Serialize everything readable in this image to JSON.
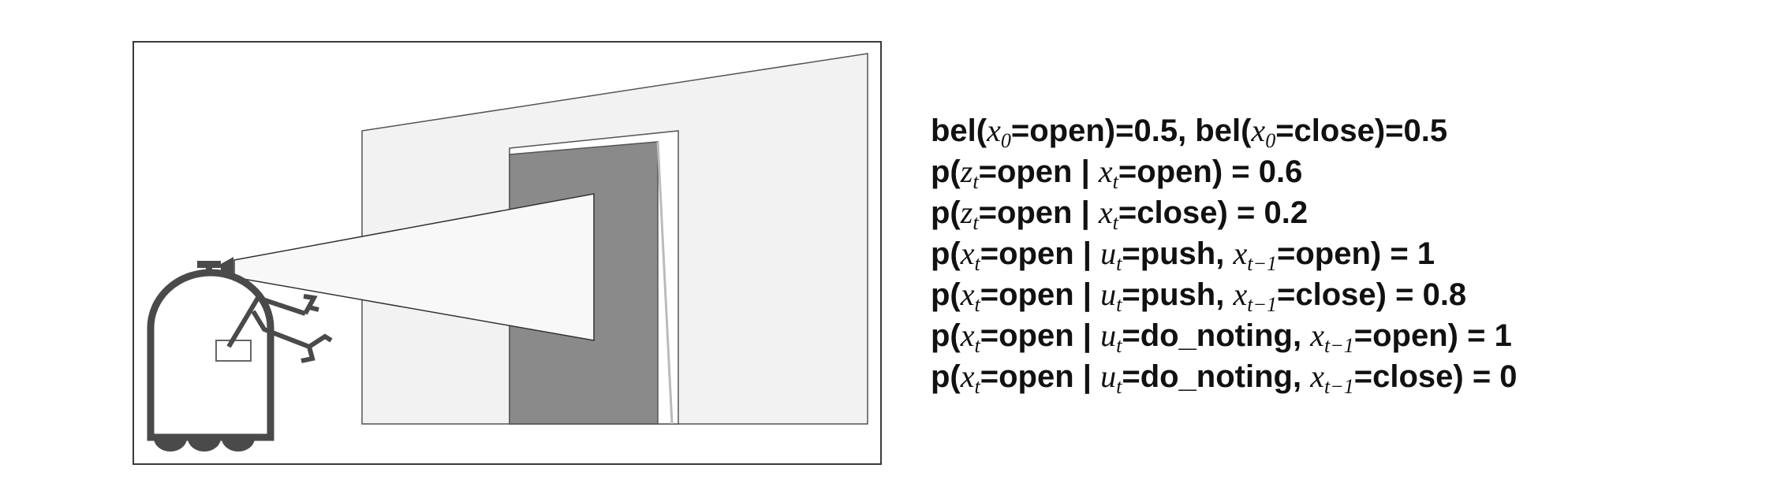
{
  "colors": {
    "outline": "#3a3a3a",
    "wall": "#f2f2f2",
    "door": "#8a8a8a",
    "beam": "#f8f8f8",
    "robot": "#4a4a4a"
  },
  "icons": [
    "robot-icon",
    "door-icon",
    "sensor-beam-icon"
  ],
  "equations": [
    [
      "bel(",
      {
        "v": "x",
        "s": "0"
      },
      "=open)=0.5, bel(",
      {
        "v": "x",
        "s": "0"
      },
      "=close)=0.5"
    ],
    [
      "p(",
      {
        "v": "z",
        "s": "t"
      },
      "=open | ",
      {
        "v": "x",
        "s": "t"
      },
      "=open) = 0.6"
    ],
    [
      "p(",
      {
        "v": "z",
        "s": "t"
      },
      "=open | ",
      {
        "v": "x",
        "s": "t"
      },
      "=close) = 0.2"
    ],
    [
      "p(",
      {
        "v": "x",
        "s": "t"
      },
      "=open | ",
      {
        "v": "u",
        "s": "t"
      },
      "=push, ",
      {
        "v": "x",
        "s": "t−1"
      },
      "=open) = 1"
    ],
    [
      "p(",
      {
        "v": "x",
        "s": "t"
      },
      "=open | ",
      {
        "v": "u",
        "s": "t"
      },
      "=push, ",
      {
        "v": "x",
        "s": "t−1"
      },
      "=close) = 0.8"
    ],
    [
      "p(",
      {
        "v": "x",
        "s": "t"
      },
      "=open | ",
      {
        "v": "u",
        "s": "t"
      },
      "=do_noting, ",
      {
        "v": "x",
        "s": "t−1"
      },
      "=open) = 1"
    ],
    [
      "p(",
      {
        "v": "x",
        "s": "t"
      },
      "=open | ",
      {
        "v": "u",
        "s": "t"
      },
      "=do_noting, ",
      {
        "v": "x",
        "s": "t−1"
      },
      "=close)  = 0"
    ]
  ]
}
